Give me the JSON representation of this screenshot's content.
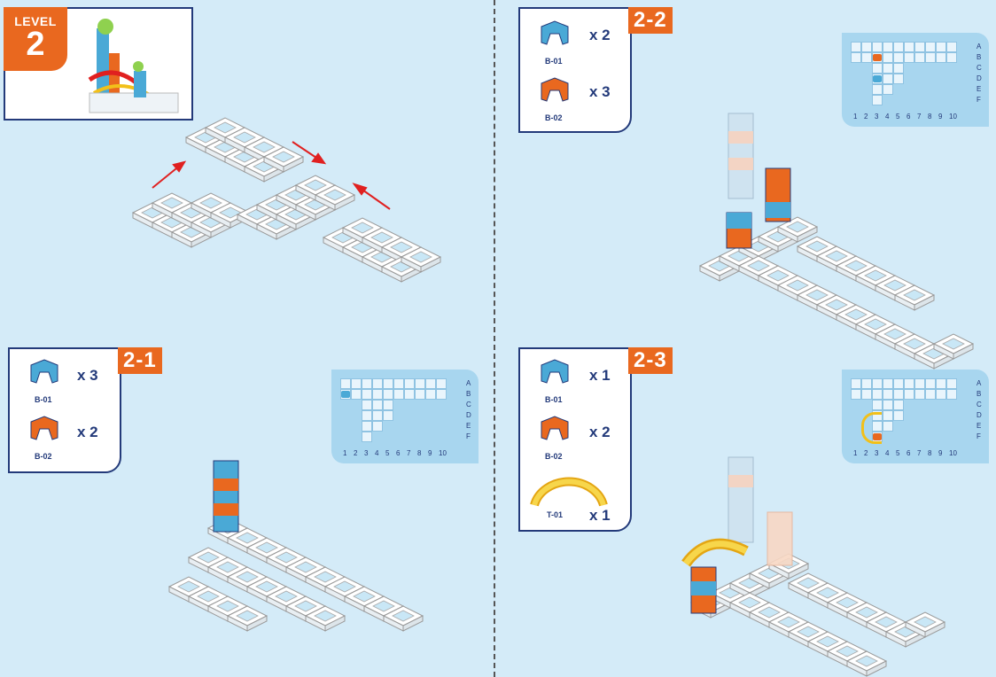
{
  "level": {
    "word": "LEVEL",
    "number": "2"
  },
  "steps": [
    {
      "tag": "2-1",
      "parts": [
        {
          "code": "B-01",
          "qty": "x 3",
          "color": "#4aa9d6"
        },
        {
          "code": "B-02",
          "qty": "x 2",
          "color": "#e9681f"
        }
      ],
      "grid": {
        "rows": [
          "A",
          "B",
          "C",
          "D",
          "E",
          "F"
        ],
        "cols": [
          "1",
          "2",
          "3",
          "4",
          "5",
          "6",
          "7",
          "8",
          "9",
          "10"
        ]
      }
    },
    {
      "tag": "2-2",
      "parts": [
        {
          "code": "B-01",
          "qty": "x 2",
          "color": "#4aa9d6"
        },
        {
          "code": "B-02",
          "qty": "x 3",
          "color": "#e9681f"
        }
      ],
      "grid": {
        "rows": [
          "A",
          "B",
          "C",
          "D",
          "E",
          "F"
        ],
        "cols": [
          "1",
          "2",
          "3",
          "4",
          "5",
          "6",
          "7",
          "8",
          "9",
          "10"
        ]
      }
    },
    {
      "tag": "2-3",
      "parts": [
        {
          "code": "B-01",
          "qty": "x 1",
          "color": "#4aa9d6"
        },
        {
          "code": "B-02",
          "qty": "x 2",
          "color": "#e9681f"
        },
        {
          "code": "T-01",
          "qty": "x 1",
          "color": "#f2c01a"
        }
      ],
      "grid": {
        "rows": [
          "A",
          "B",
          "C",
          "D",
          "E",
          "F"
        ],
        "cols": [
          "1",
          "2",
          "3",
          "4",
          "5",
          "6",
          "7",
          "8",
          "9",
          "10"
        ]
      }
    }
  ],
  "colors": {
    "accent": "#e9681f",
    "navy": "#233a7a",
    "blue_block": "#4aa9d6",
    "orange_block": "#e9681f",
    "track": "#f2c01a",
    "arrow": "#e02020"
  }
}
